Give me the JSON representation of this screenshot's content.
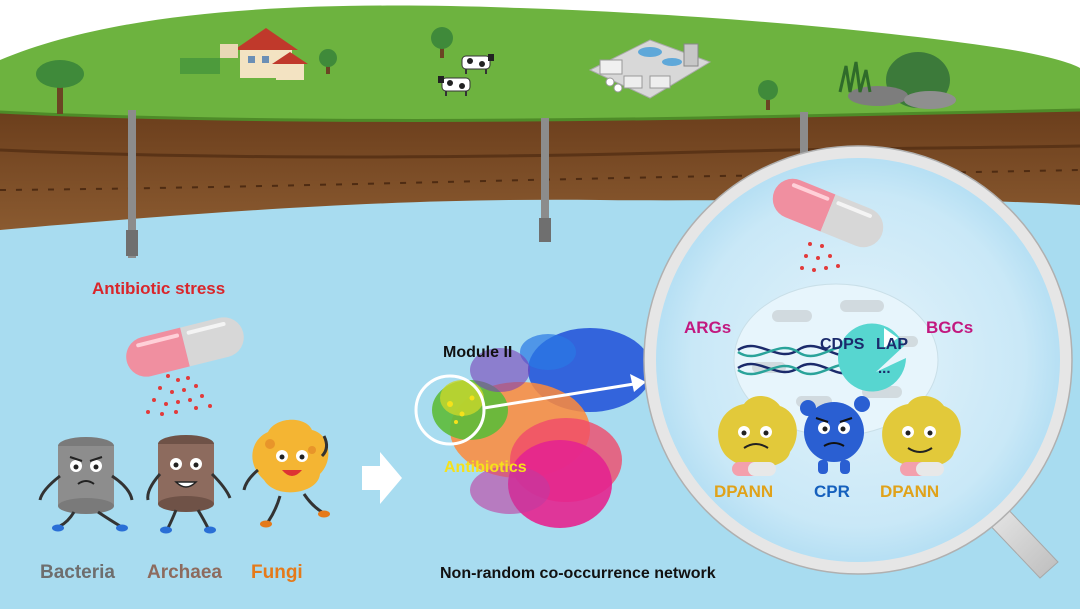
{
  "labels": {
    "antibiotic_stress": "Antibiotic stress",
    "bacteria": "Bacteria",
    "archaea": "Archaea",
    "fungi": "Fungi",
    "module_ii": "Module II",
    "antibiotics": "Antibiotics",
    "network_caption": "Non-random co-occurrence network",
    "args": "ARGs",
    "bgcs": "BGCs",
    "cdps": "CDPS",
    "lap": "LAP",
    "ellipsis": "...",
    "dpann_left": "DPANN",
    "cpr": "CPR",
    "dpann_right": "DPANN"
  },
  "colors": {
    "sky": "#ffffff",
    "grass": "#6db33f",
    "soil": "#7a4b24",
    "water": "#a8dcf0",
    "stress_red": "#d9262b",
    "bacteria_gray": "#6e6e6e",
    "archaea_brown": "#8d6b5e",
    "fungi_orange": "#e57a1a",
    "magenta": "#c2187f",
    "navy": "#1b2a6b",
    "dpann_gold": "#e0a21a",
    "cpr_blue": "#1560bd",
    "antibiotics_yellow": "#f5e11b"
  },
  "icons": [
    "tree-icon",
    "farmhouse-icon",
    "cow-icon",
    "treatment-plant-icon",
    "rock-icon",
    "capsule-icon",
    "magnifier-icon",
    "dna-icon",
    "arrow-right-icon"
  ]
}
